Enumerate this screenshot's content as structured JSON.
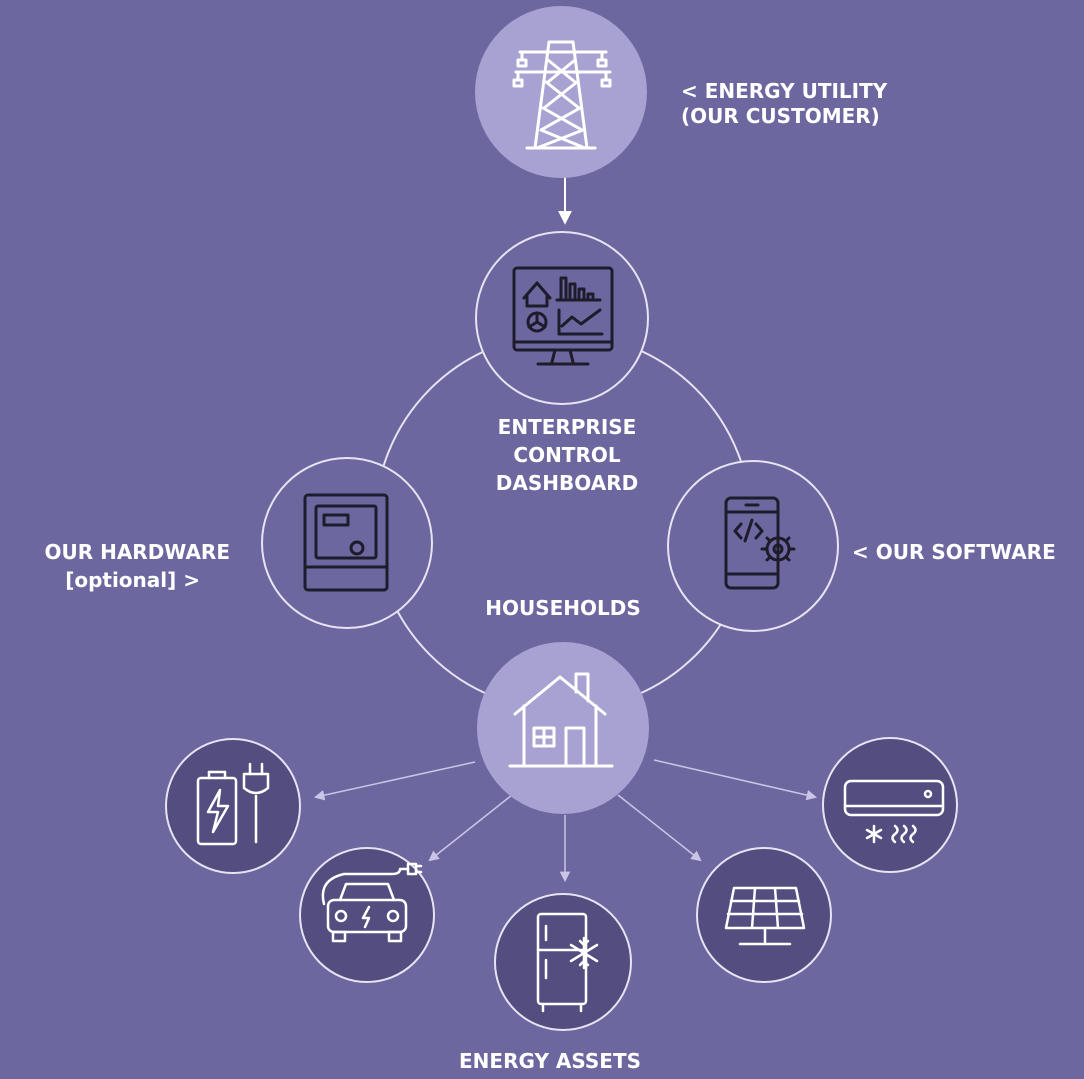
{
  "diagram": {
    "utility_label_1": "< ENERGY UTILITY",
    "utility_label_2": "(OUR CUSTOMER)",
    "dashboard_label_1": "ENTERPRISE",
    "dashboard_label_2": "CONTROL",
    "dashboard_label_3": "DASHBOARD",
    "hardware_label_1": "OUR HARDWARE",
    "hardware_label_2": "[optional]  >",
    "software_label": "< OUR SOFTWARE",
    "households_label": "HOUSEHOLDS",
    "assets_label": "ENERGY ASSETS"
  },
  "icons": {
    "utility": "power-tower-icon",
    "dashboard": "dashboard-monitor-icon",
    "hardware": "smart-meter-icon",
    "software": "mobile-app-settings-icon",
    "household": "house-icon",
    "battery": "battery-charger-icon",
    "car": "electric-car-icon",
    "fridge": "refrigerator-icon",
    "solar": "solar-panel-icon",
    "ac": "air-conditioner-icon"
  },
  "colors": {
    "background": "#6d67a0",
    "light_circle": "#a7a2d1",
    "dark_circle": "#534d80",
    "ring": "#e6e3f3",
    "icon_dark": "#1c1c2b",
    "icon_light": "#ffffff"
  }
}
